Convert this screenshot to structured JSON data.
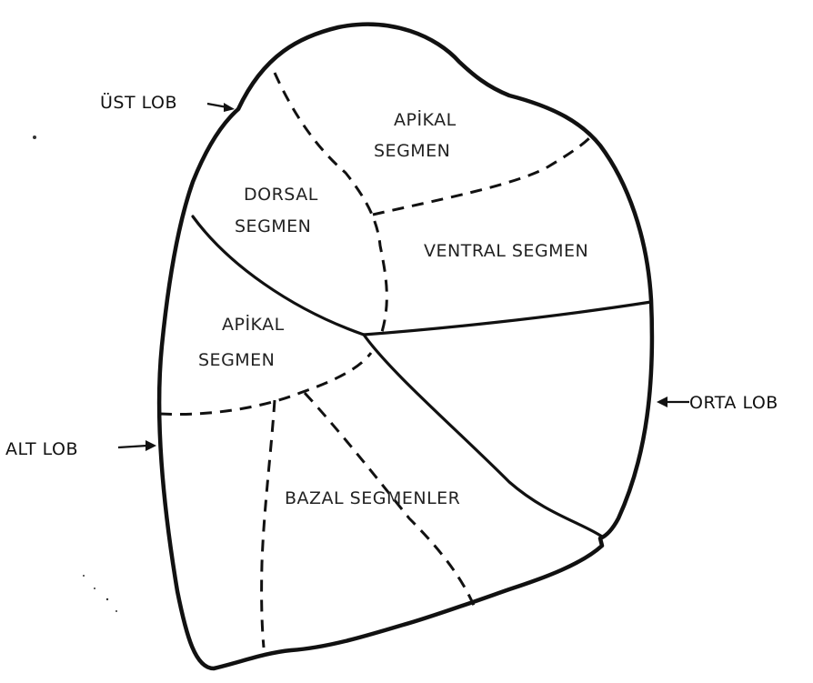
{
  "external_labels": {
    "upper_lobe": "ÜST LOB",
    "lower_lobe": "ALT LOB",
    "middle_lobe": "ORTA LOB"
  },
  "segments": {
    "upper_apical": [
      "APİKAL",
      "SEGMEN"
    ],
    "upper_dorsal": [
      "DORSAL",
      "SEGMEN"
    ],
    "upper_ventral": "VENTRAL SEGMEN",
    "lower_apical": [
      "APİKAL",
      "SEGMEN"
    ],
    "lower_basal": "BAZAL SEGMENLER"
  }
}
